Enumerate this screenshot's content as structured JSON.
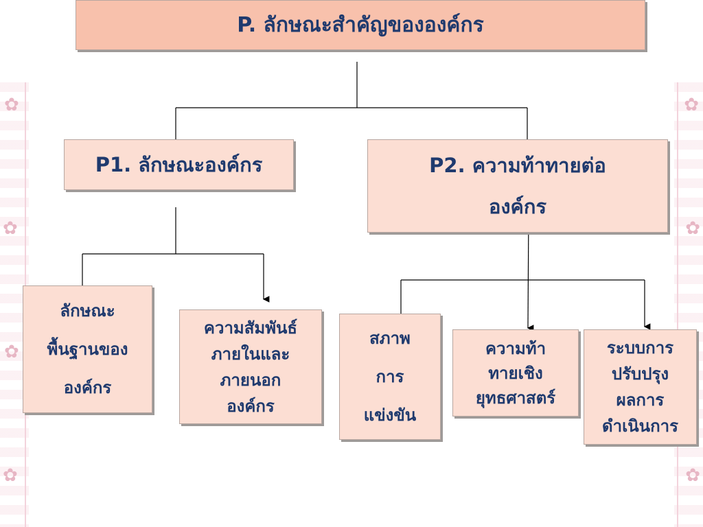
{
  "colors": {
    "box_fill": "#fcded3",
    "title_fill": "#f8c1ac",
    "text": "#1f3a6e",
    "connector": "#000000"
  },
  "diagram": {
    "root": {
      "label": "P. ลักษณะสำคัญขององค์กร"
    },
    "p1": {
      "label": "P1. ลักษณะองค์กร"
    },
    "p2": {
      "label": "P2. ความท้าทายต่อ\nองค์กร"
    },
    "p1_children": [
      {
        "label": "ลักษณะ\nพื้นฐานของ\nองค์กร"
      },
      {
        "label": "ความสัมพันธ์\nภายในและ\nภายนอก\nองค์กร"
      }
    ],
    "p2_children": [
      {
        "label": "สภาพ\nการ\nแข่งขัน"
      },
      {
        "label": "ความท้า\nทายเชิง\nยุทธศาสตร์"
      },
      {
        "label": "ระบบการ\nปรับปรุง\nผลการ\nดำเนินการ"
      }
    ]
  }
}
